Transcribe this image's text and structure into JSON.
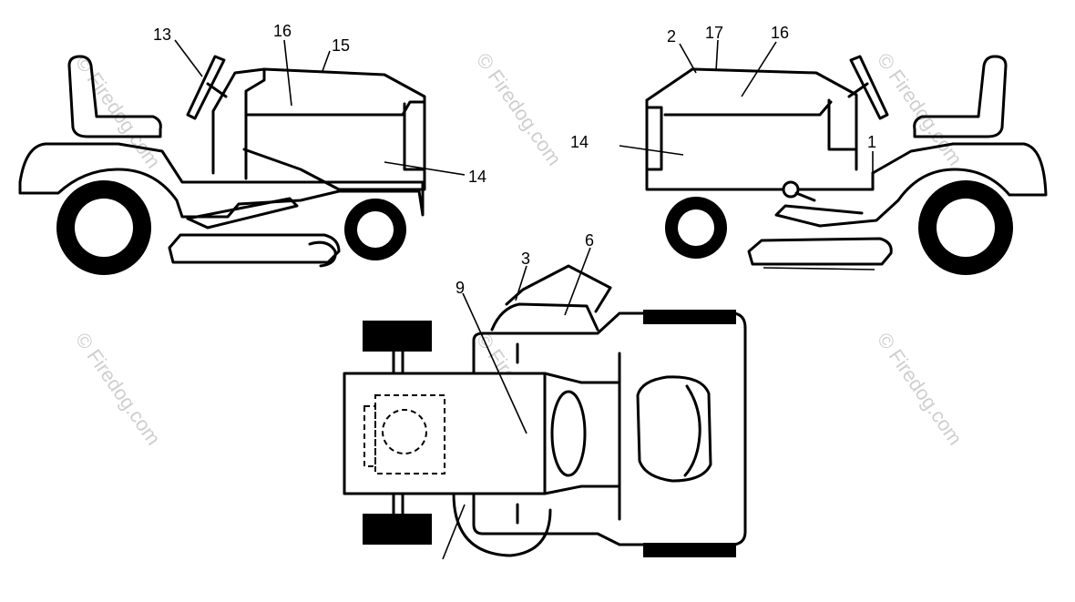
{
  "watermark": "© Firedog.com",
  "callouts": {
    "c13": "13",
    "c16a": "16",
    "c15": "15",
    "c14a": "14",
    "c2": "2",
    "c17": "17",
    "c16b": "16",
    "c14b": "14",
    "c1": "1",
    "c3": "3",
    "c6": "6",
    "c9": "9"
  }
}
